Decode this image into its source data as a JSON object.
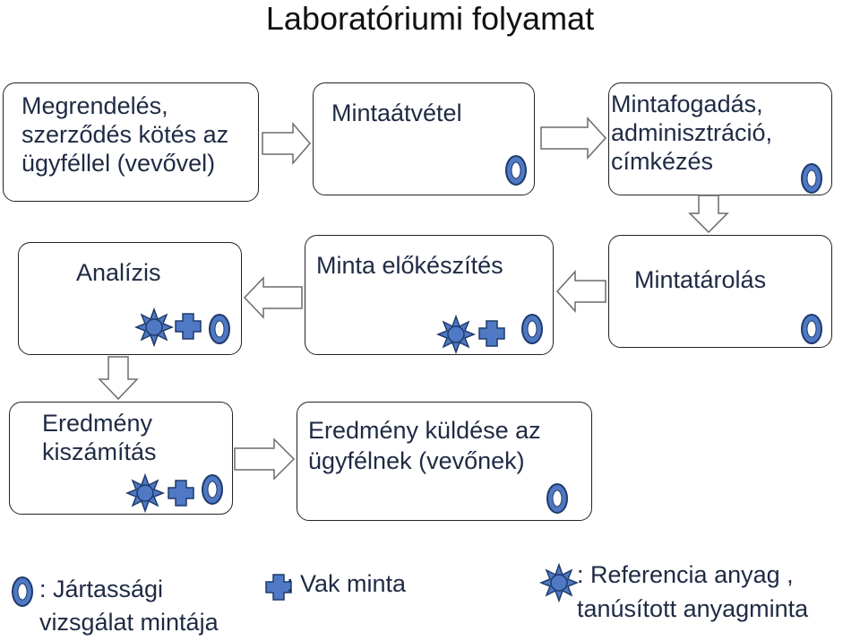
{
  "title": "Laboratóriumi folyamat",
  "steps": [
    {
      "id": "order",
      "lines": [
        "Megrendelés,",
        "szerződés kötés az",
        "ügyféllel (vevővel)"
      ],
      "markers": []
    },
    {
      "id": "receipt",
      "lines": [
        "Mintaátvétel"
      ],
      "markers": [
        "proficiency"
      ]
    },
    {
      "id": "intake",
      "lines": [
        "Mintafogadás,",
        "adminisztráció,",
        "címkézés"
      ],
      "markers": [
        "proficiency"
      ]
    },
    {
      "id": "storage",
      "lines": [
        "Mintatárolás"
      ],
      "markers": [
        "proficiency"
      ]
    },
    {
      "id": "prep",
      "lines": [
        "Minta előkészítés"
      ],
      "markers": [
        "reference",
        "blank",
        "proficiency"
      ]
    },
    {
      "id": "analysis",
      "lines": [
        "Analízis"
      ],
      "markers": [
        "reference",
        "blank",
        "proficiency"
      ]
    },
    {
      "id": "calc",
      "lines": [
        "Eredmény",
        "kiszámítás"
      ],
      "markers": [
        "reference",
        "blank",
        "proficiency"
      ]
    },
    {
      "id": "send",
      "lines": [
        "Eredmény küldése az",
        "ügyfélnek (vevőnek)"
      ],
      "markers": [
        "proficiency"
      ]
    }
  ],
  "legend": {
    "proficiency": {
      "lines": [
        ": Jártassági",
        "vizsgálat  mintája"
      ],
      "icon": "blue-oval-icon"
    },
    "blank": {
      "lines": [
        ": Vak minta"
      ],
      "icon": "blue-cross-icon"
    },
    "reference": {
      "lines": [
        ": Referencia anyag ,",
        "tanúsított anyagminta"
      ],
      "icon": "blue-star-icon"
    }
  },
  "colors": {
    "marker_fill": "#4f79c4",
    "marker_stroke": "#1f3a6b",
    "arrow_stroke": "#6b6b6b",
    "border": "#222222"
  }
}
